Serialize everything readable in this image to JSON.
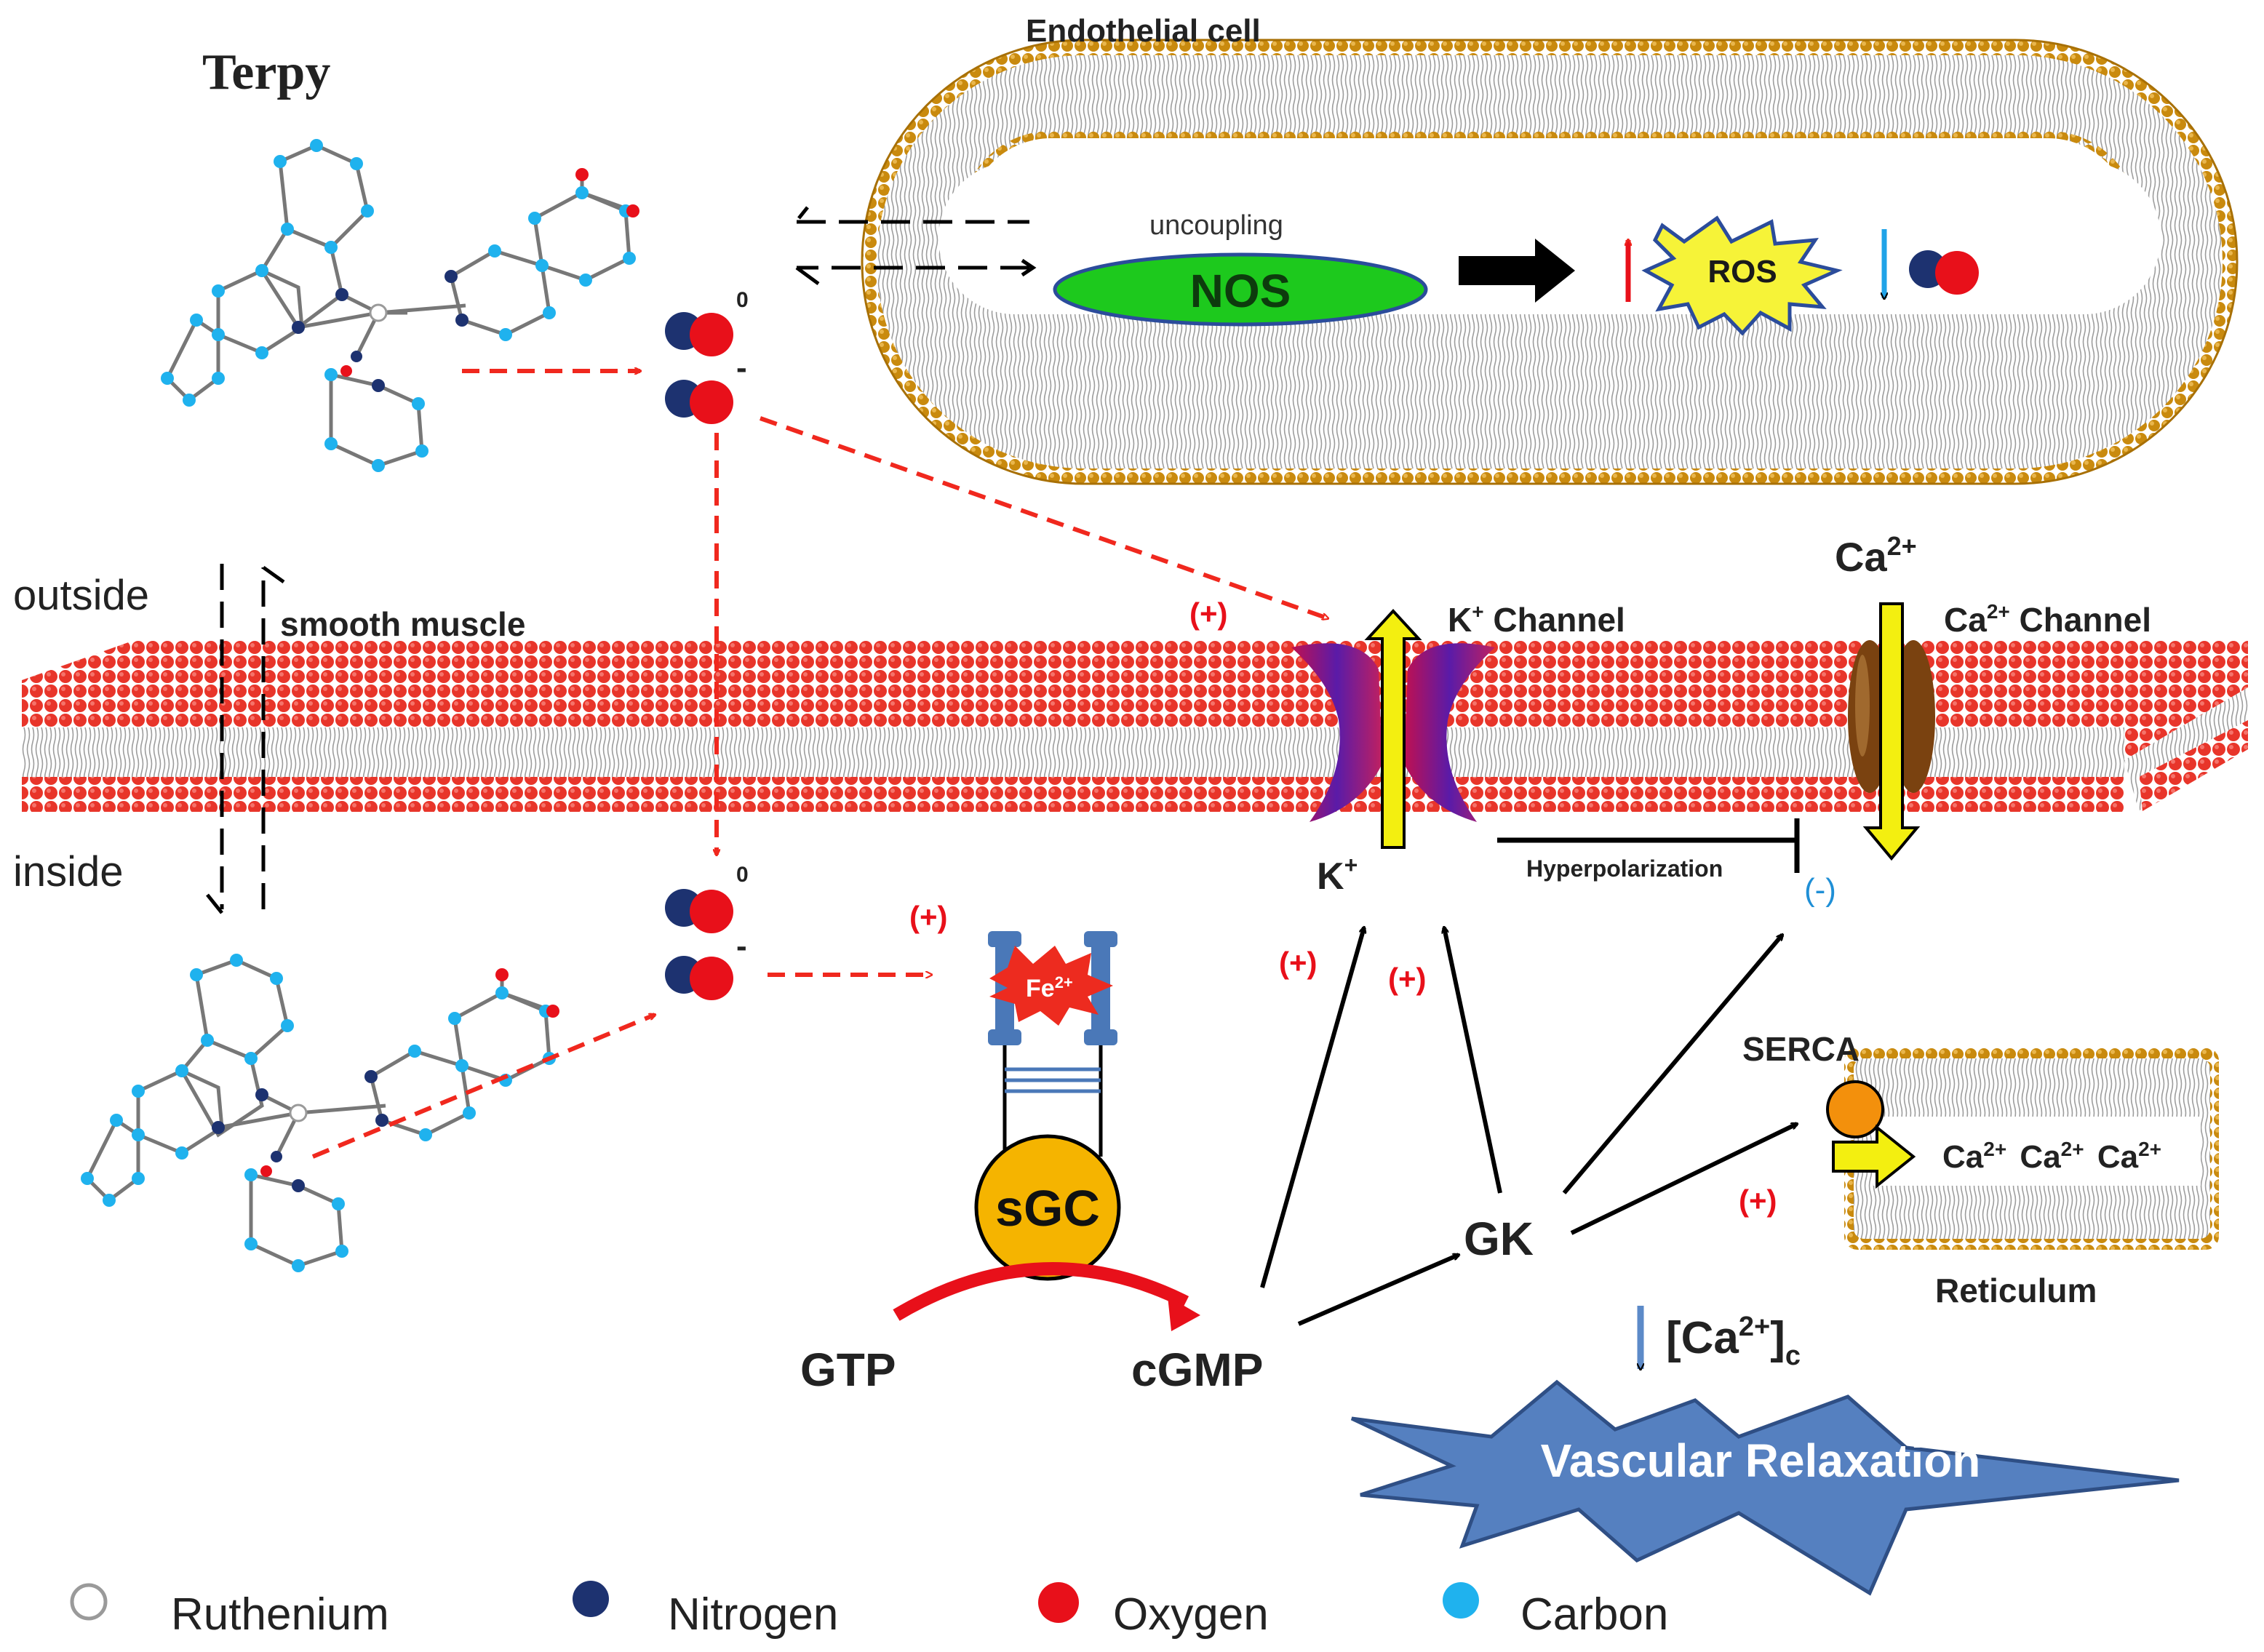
{
  "title": "Terpy",
  "endothelial": {
    "cell_label": "Endothelial cell",
    "uncoupling_label": "uncoupling",
    "nos_label": "NOS",
    "ros_label": "ROS"
  },
  "membrane": {
    "outside_label": "outside",
    "inside_label": "inside",
    "smooth_muscle_label": "smooth muscle"
  },
  "no_states": {
    "neutral_top": "0",
    "anion_top": "-",
    "neutral_bottom": "0",
    "anion_bottom": "-"
  },
  "channels": {
    "k_channel_label": "K",
    "k_channel_sup": "+",
    "k_channel_suffix": " Channel",
    "k_ion_label": "K",
    "k_ion_sup": "+",
    "ca_channel_label": "Ca",
    "ca_channel_sup": "2+",
    "ca_channel_suffix": " Channel",
    "ca_ion_label": "Ca",
    "ca_ion_sup": "2+"
  },
  "signals": {
    "plus_k_channel": "(+)",
    "plus_sgc": "(+)",
    "plus_cgmp_k": "(+)",
    "plus_gk_k": "(+)",
    "plus_serca": "(+)",
    "minus_ca": "(-)",
    "hyperpolarization": "Hyperpolarization"
  },
  "sgc": {
    "enzyme_label": "sGC",
    "iron_label": "Fe",
    "iron_sup": "2+",
    "substrate": "GTP",
    "product": "cGMP"
  },
  "kinase": {
    "label": "GK"
  },
  "reticulum": {
    "serca_label": "SERCA",
    "label": "Reticulum",
    "ca_items": [
      {
        "base": "Ca",
        "sup": "2+"
      },
      {
        "base": "Ca",
        "sup": "2+"
      },
      {
        "base": "Ca",
        "sup": "2+"
      }
    ]
  },
  "cytosolic_ca": {
    "open": "[Ca",
    "sup": "2+",
    "close": "]",
    "sub": "c"
  },
  "outcome": {
    "label": "Vascular Relaxation"
  },
  "legend": [
    {
      "label": "Ruthenium",
      "color": "#ffffff",
      "stroke": "#9a9a9a"
    },
    {
      "label": "Nitrogen",
      "color": "#1d3270",
      "stroke": "#0f1d45"
    },
    {
      "label": "Oxygen",
      "color": "#e8101a",
      "stroke": "#b00010"
    },
    {
      "label": "Carbon",
      "color": "#1fb2ee",
      "stroke": "#1090c8"
    }
  ],
  "colors": {
    "membrane_red": "#e8352a",
    "lipid_orange": "#c98a0e",
    "arrow_red": "#f0281e",
    "nos_green": "#1dc91d",
    "sgc_gold": "#f5b400",
    "relax_blue": "#5580c0",
    "ros_yellow": "#f6f338"
  }
}
